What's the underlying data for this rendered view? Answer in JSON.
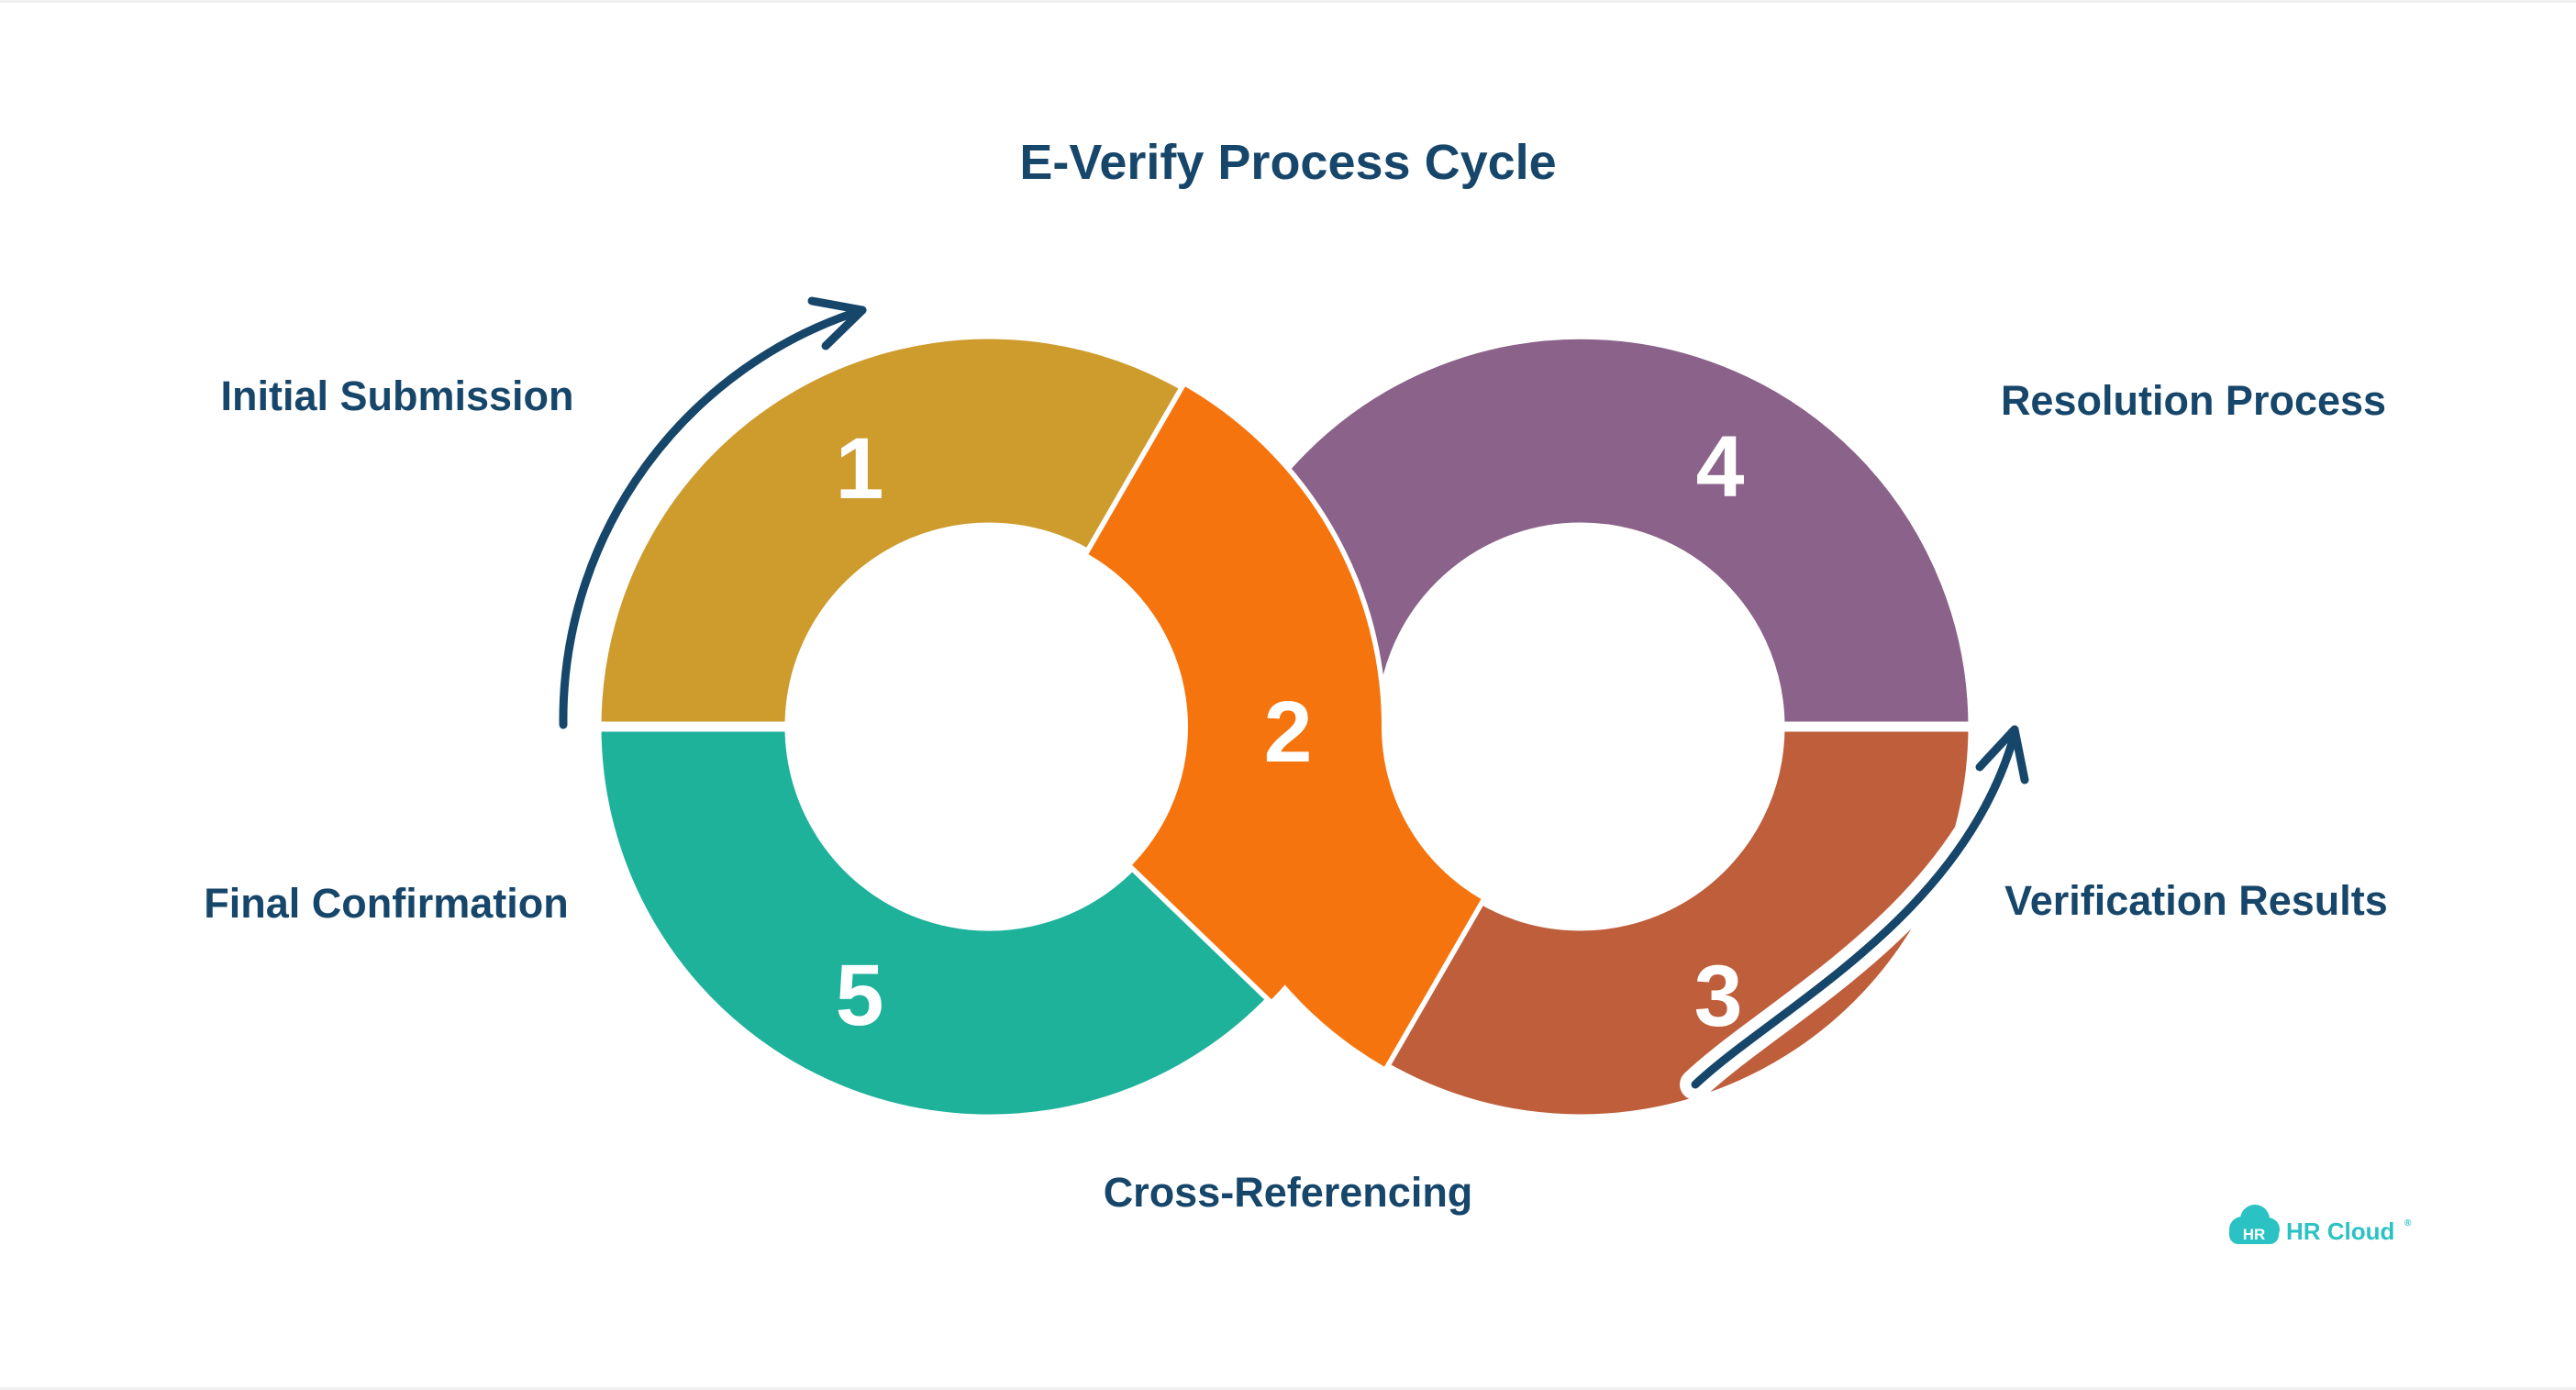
{
  "title": "E-Verify Process Cycle",
  "diagram": {
    "steps": [
      {
        "num": "1",
        "label": "Initial Submission"
      },
      {
        "num": "2",
        "label": "Cross-Referencing"
      },
      {
        "num": "3",
        "label": "Verification Results"
      },
      {
        "num": "4",
        "label": "Resolution Process"
      },
      {
        "num": "5",
        "label": "Final Confirmation"
      }
    ]
  },
  "colors": {
    "gold": "#CE9B2D",
    "teal": "#1EB29B",
    "orange": "#F5740D",
    "purple": "#8B6289",
    "rust": "#BF5E3B",
    "navy": "#17466B",
    "logo_teal": "#2BC2C4",
    "background": "#FFFFFF"
  },
  "logo": {
    "badge": "HR",
    "wordmark": "HR Cloud",
    "registered": "®"
  }
}
